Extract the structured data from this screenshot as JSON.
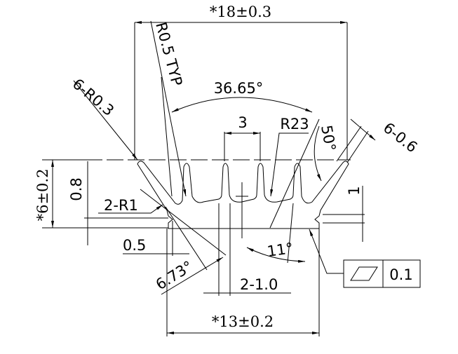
{
  "drawing": {
    "overall_width": "*18±0.3",
    "base_width": "*13±0.2",
    "height": "*6±0.2",
    "tip_radius": "R0.5 TYP",
    "fin_angle": "36.65°",
    "outer_radius": "6-R0.3",
    "fin_pitch": "3",
    "fin_radius": "R23",
    "outer_fin_angle": "50°",
    "outer_fin_thickness": "6-0.6",
    "base_thickness": "0.8",
    "root_radius": "2-R1",
    "notch_depth": "0.5",
    "taper_angle": "6.73°",
    "center_slot": "2-1.0",
    "inner_angle": "11°",
    "notch_height": "1",
    "flatness_tolerance": "0.1",
    "flatness_symbol": "flatness-parallelogram"
  }
}
